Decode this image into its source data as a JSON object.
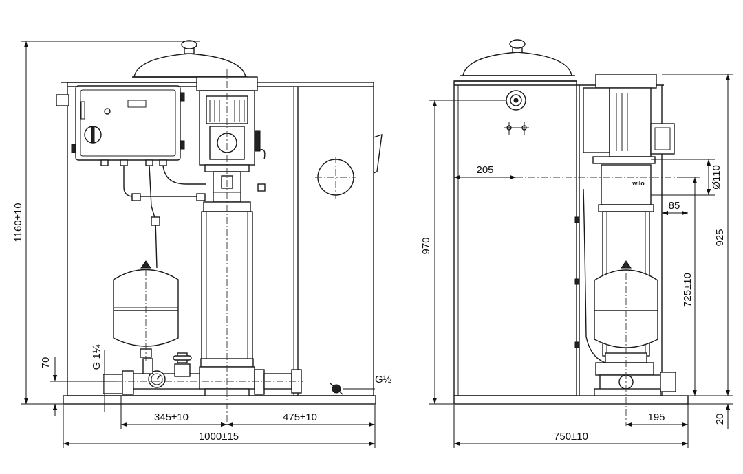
{
  "dimensions": {
    "front": {
      "height_total": "1160±10",
      "inlet_height": "70",
      "thread_inlet": "G 1¼",
      "thread_drain": "G½",
      "left_to_axis": "345±10",
      "axis_to_right": "475±10",
      "width_total": "1000±15"
    },
    "side": {
      "inlet_offset": "205",
      "height_970": "970",
      "height_925": "925",
      "diameter": "Ø110",
      "offset_85": "85",
      "pump_height": "725±10",
      "pump_offset": "195",
      "base_height": "20",
      "depth_total": "750±10"
    }
  },
  "labels": {
    "brand": "wilo"
  }
}
